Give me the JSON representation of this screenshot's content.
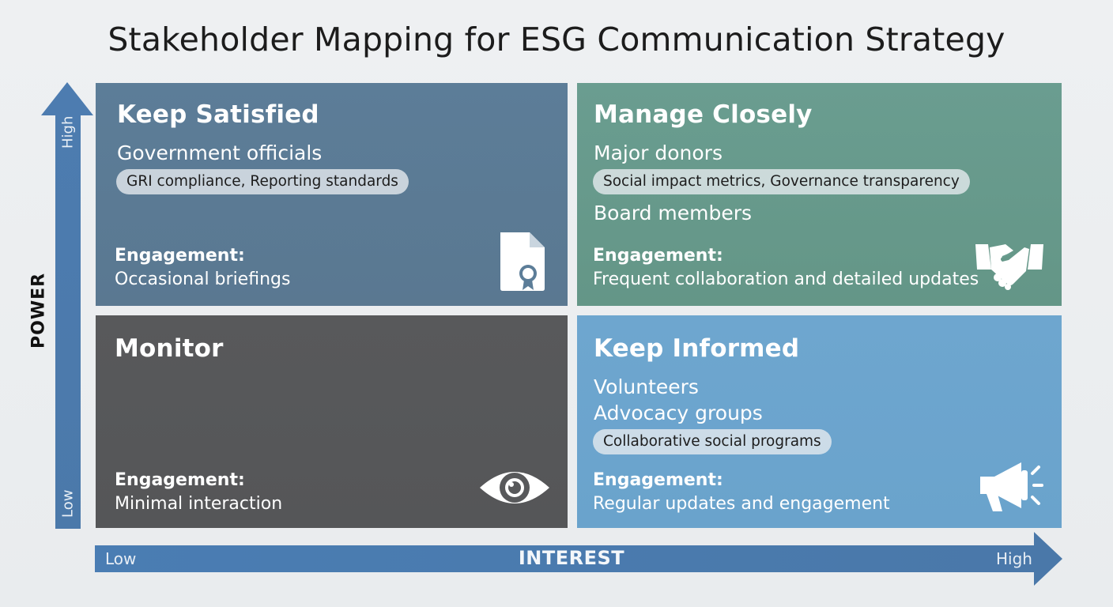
{
  "title": "Stakeholder Mapping for ESG Communication Strategy",
  "axes": {
    "y": {
      "label": "POWER",
      "high": "High",
      "low": "Low"
    },
    "x": {
      "label": "INTEREST",
      "low": "Low",
      "high": "High"
    }
  },
  "quadrants": {
    "top_left": {
      "title": "Keep Satisfied",
      "stakeholders": [
        "Government officials"
      ],
      "tags": [
        "GRI compliance, Reporting standards"
      ],
      "engagement_label": "Engagement:",
      "engagement": "Occasional briefings",
      "icon": "certificate-document-icon",
      "color": "#5c7d98"
    },
    "top_right": {
      "title": "Manage Closely",
      "stakeholders": [
        "Major donors",
        "Board members"
      ],
      "tags": [
        "Social impact metrics, Governance transparency"
      ],
      "engagement_label": "Engagement:",
      "engagement": "Frequent collaboration and detailed updates",
      "icon": "handshake-icon",
      "color": "#6a9d90"
    },
    "bottom_left": {
      "title": "Monitor",
      "stakeholders": [],
      "tags": [],
      "engagement_label": "Engagement:",
      "engagement": "Minimal interaction",
      "icon": "eye-icon",
      "color": "#58595b"
    },
    "bottom_right": {
      "title": "Keep Informed",
      "stakeholders": [
        "Volunteers",
        "Advocacy groups"
      ],
      "tags": [
        "Collaborative social programs"
      ],
      "engagement_label": "Engagement:",
      "engagement": "Regular updates and engagement",
      "icon": "megaphone-icon",
      "color": "#6ea6cf"
    }
  }
}
